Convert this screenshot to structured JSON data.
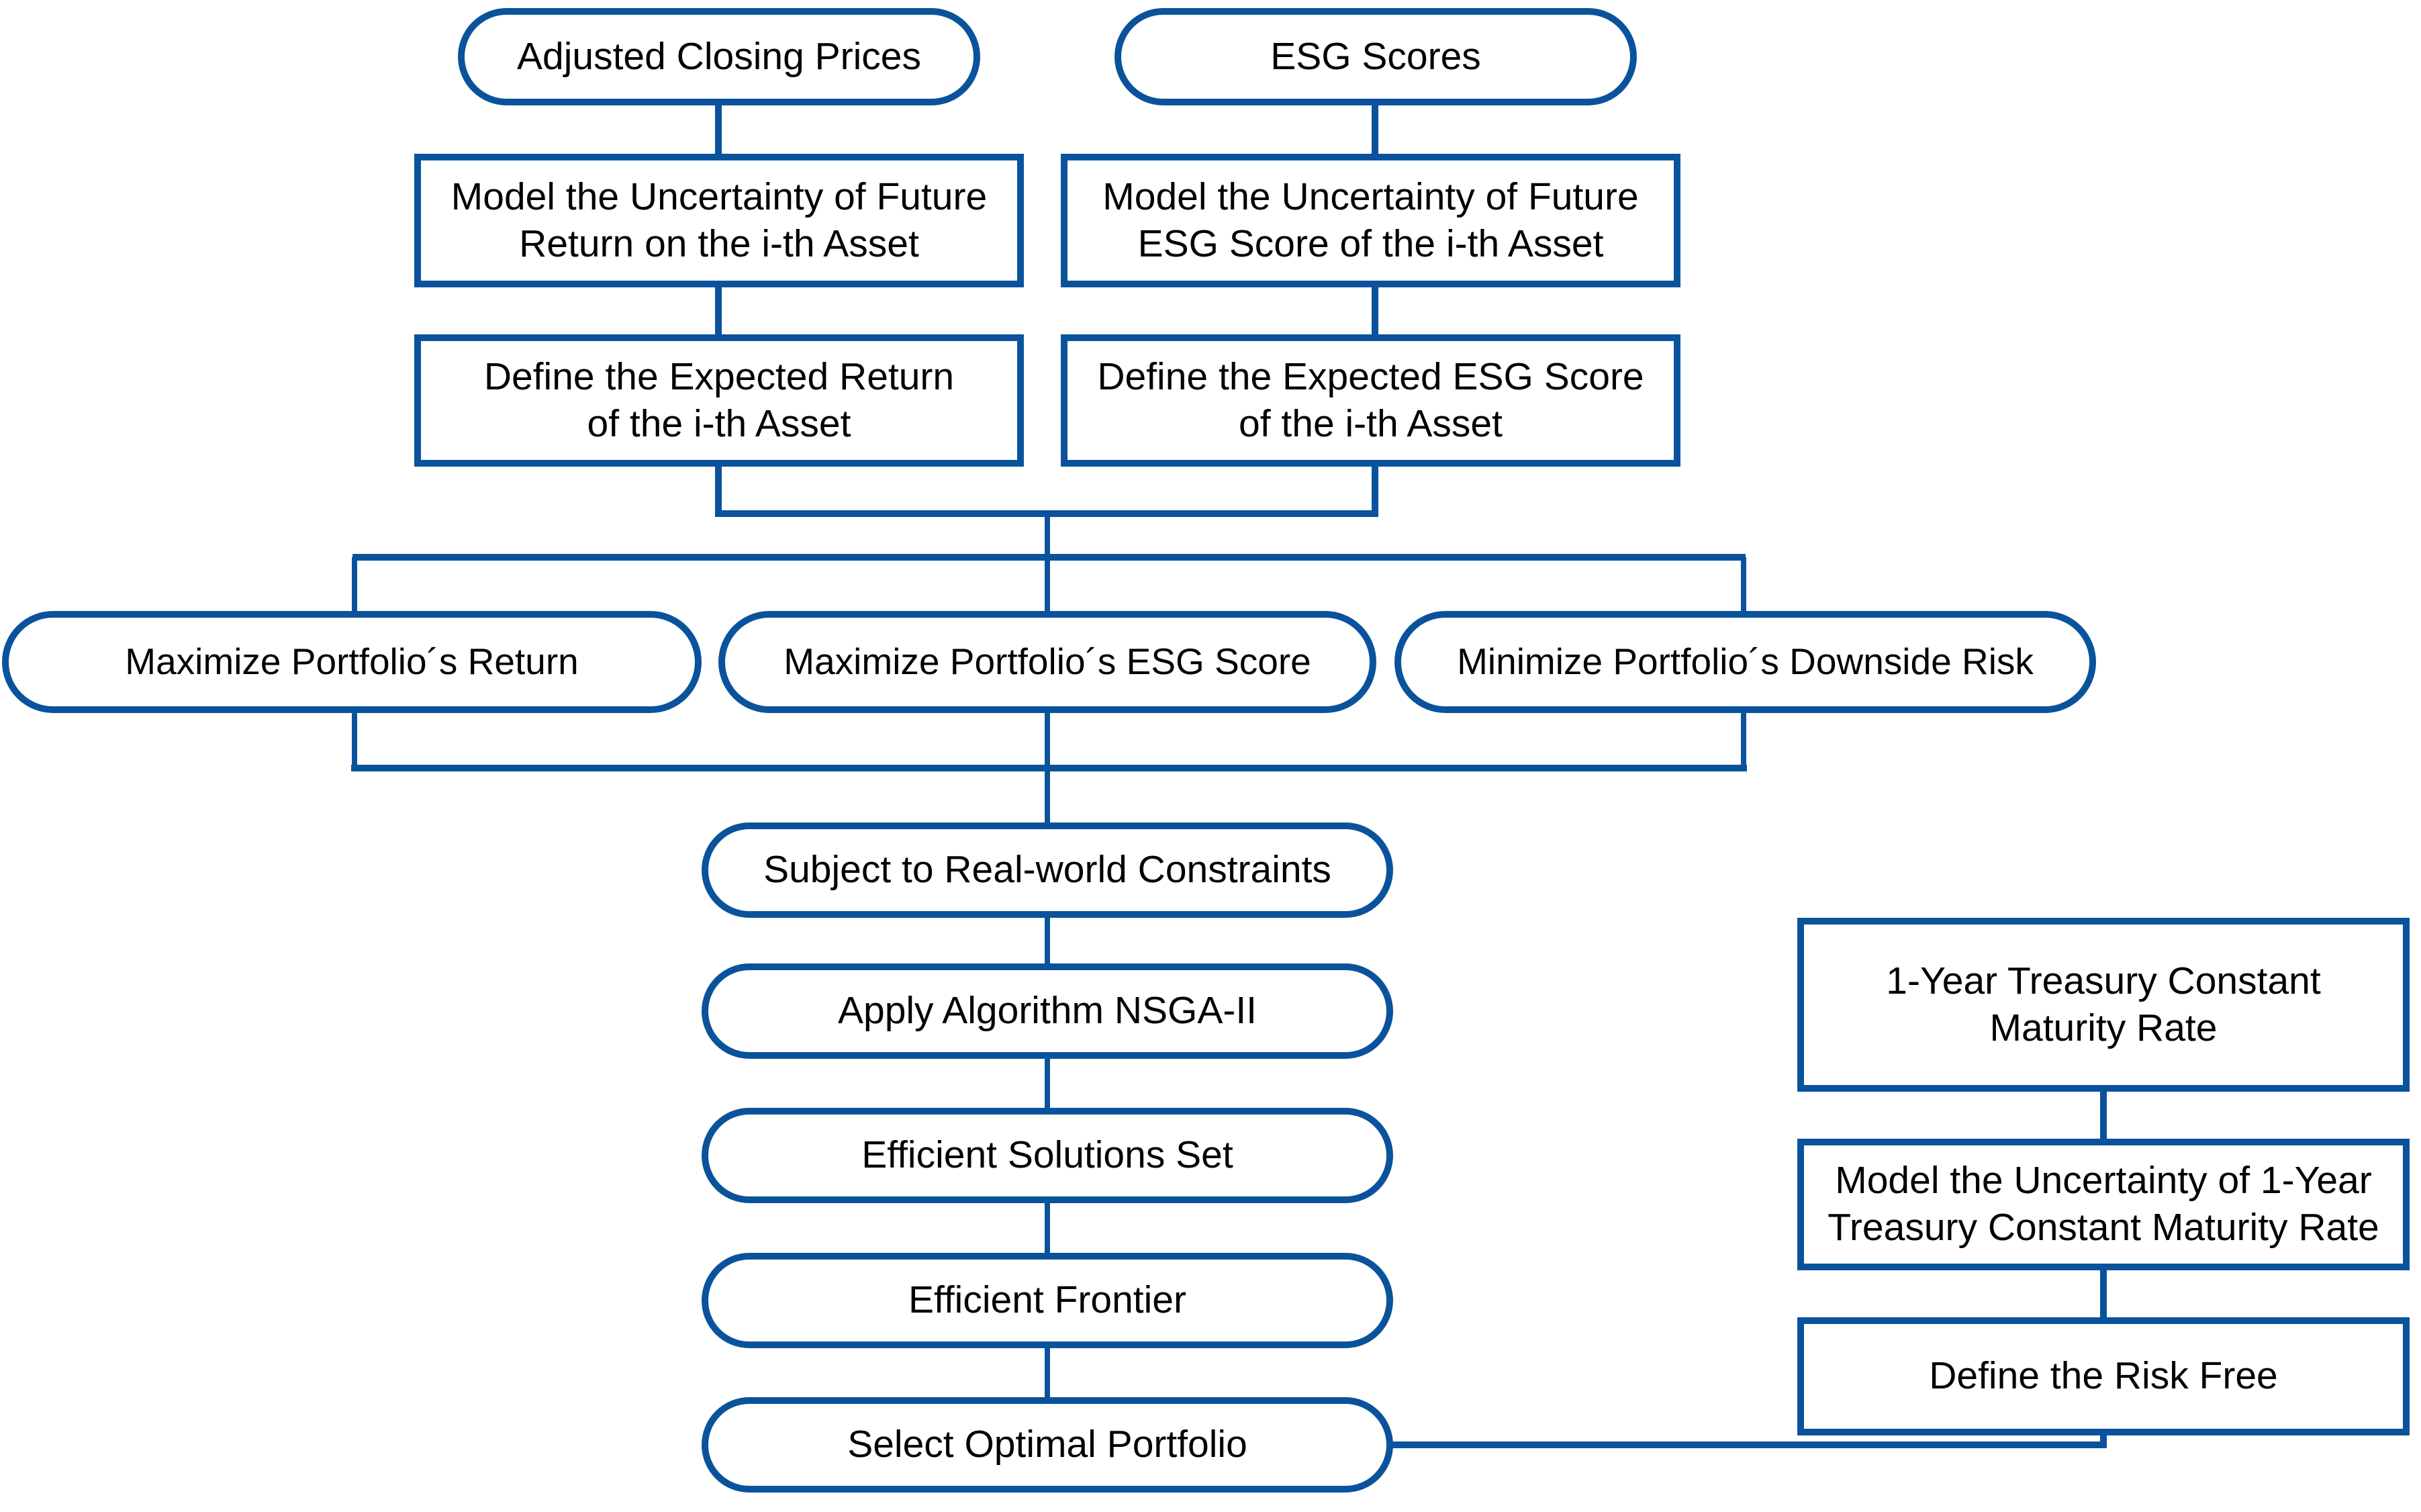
{
  "diagram": {
    "title": "ESG Portfolio Optimization Flowchart",
    "colors": {
      "stroke": "#0a539c",
      "stroke_thin": "#1a5fa8",
      "text": "#000000",
      "background": "#ffffff"
    },
    "nodes": {
      "adjusted_closing_prices": {
        "label": "Adjusted Closing Prices",
        "shape": "stadium"
      },
      "esg_scores": {
        "label": "ESG Scores",
        "shape": "stadium"
      },
      "model_return_uncertainty": {
        "label": "Model the Uncertainty of Future\nReturn on the i-th Asset",
        "shape": "rectangle"
      },
      "model_esg_uncertainty": {
        "label": "Model the Uncertainty of Future\nESG Score of the i-th Asset",
        "shape": "rectangle"
      },
      "define_expected_return": {
        "label": "Define the Expected Return\nof the i-th Asset",
        "shape": "rectangle"
      },
      "define_expected_esg": {
        "label": "Define the Expected ESG Score\nof the i-th Asset",
        "shape": "rectangle"
      },
      "maximize_return": {
        "label": "Maximize Portfolio´s Return",
        "shape": "stadium"
      },
      "maximize_esg": {
        "label": "Maximize Portfolio´s ESG Score",
        "shape": "stadium"
      },
      "minimize_risk": {
        "label": "Minimize Portfolio´s Downside Risk",
        "shape": "stadium"
      },
      "real_world_constraints": {
        "label": "Subject to Real-world Constraints",
        "shape": "stadium"
      },
      "apply_nsga2": {
        "label": "Apply Algorithm NSGA-II",
        "shape": "stadium"
      },
      "efficient_solutions_set": {
        "label": "Efficient Solutions Set",
        "shape": "stadium"
      },
      "efficient_frontier": {
        "label": "Efficient Frontier",
        "shape": "stadium"
      },
      "select_optimal_portfolio": {
        "label": "Select Optimal Portfolio",
        "shape": "stadium"
      },
      "treasury_rate": {
        "label": "1-Year Treasury Constant\nMaturity Rate",
        "shape": "rectangle"
      },
      "model_treasury_uncertainty": {
        "label": "Model the Uncertainty of 1-Year\nTreasury Constant Maturity Rate",
        "shape": "rectangle"
      },
      "define_risk_free": {
        "label": "Define the Risk Free",
        "shape": "rectangle"
      }
    },
    "edges": [
      {
        "from": "adjusted_closing_prices",
        "to": "model_return_uncertainty"
      },
      {
        "from": "esg_scores",
        "to": "model_esg_uncertainty"
      },
      {
        "from": "model_return_uncertainty",
        "to": "define_expected_return"
      },
      {
        "from": "model_esg_uncertainty",
        "to": "define_expected_esg"
      },
      {
        "from": "define_expected_return",
        "to": "objectives-bus"
      },
      {
        "from": "define_expected_esg",
        "to": "objectives-bus"
      },
      {
        "from": "objectives-bus",
        "to": "maximize_return"
      },
      {
        "from": "objectives-bus",
        "to": "maximize_esg"
      },
      {
        "from": "objectives-bus",
        "to": "minimize_risk"
      },
      {
        "from": "maximize_return",
        "to": "real_world_constraints"
      },
      {
        "from": "maximize_esg",
        "to": "real_world_constraints"
      },
      {
        "from": "minimize_risk",
        "to": "real_world_constraints"
      },
      {
        "from": "real_world_constraints",
        "to": "apply_nsga2"
      },
      {
        "from": "apply_nsga2",
        "to": "efficient_solutions_set"
      },
      {
        "from": "efficient_solutions_set",
        "to": "efficient_frontier"
      },
      {
        "from": "efficient_frontier",
        "to": "select_optimal_portfolio"
      },
      {
        "from": "treasury_rate",
        "to": "model_treasury_uncertainty"
      },
      {
        "from": "model_treasury_uncertainty",
        "to": "define_risk_free"
      },
      {
        "from": "define_risk_free",
        "to": "select_optimal_portfolio"
      }
    ]
  }
}
